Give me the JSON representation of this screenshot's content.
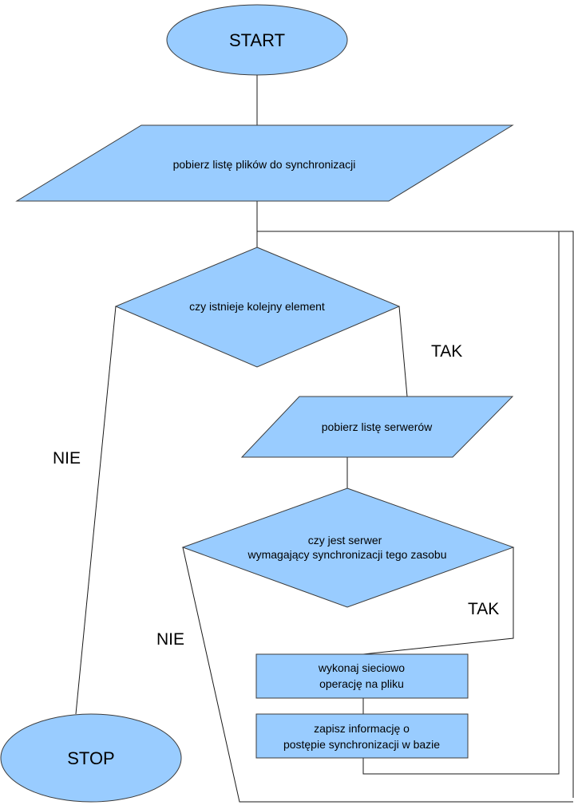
{
  "diagram": {
    "nodes": {
      "start": "START",
      "get_files": "pobierz listę plików do synchronizacji",
      "has_next": "czy istnieje kolejny element",
      "get_servers": "pobierz listę serwerów",
      "server_needs_sync_line1": "czy  jest serwer",
      "server_needs_sync_line2": "wymagający synchronizacji tego zasobu",
      "network_op_line1": "wykonaj sieciowo",
      "network_op_line2": "operację na pliku",
      "save_progress_line1": "zapisz informację o",
      "save_progress_line2": "postępie synchronizacji w bazie",
      "stop": "STOP"
    },
    "edge_labels": {
      "has_next_yes": "TAK",
      "has_next_no": "NIE",
      "server_yes": "TAK",
      "server_no": "NIE"
    }
  },
  "colors": {
    "shape_fill": "#99ccff",
    "shape_stroke": "#3c3c3c",
    "line": "#1a1a1a"
  }
}
